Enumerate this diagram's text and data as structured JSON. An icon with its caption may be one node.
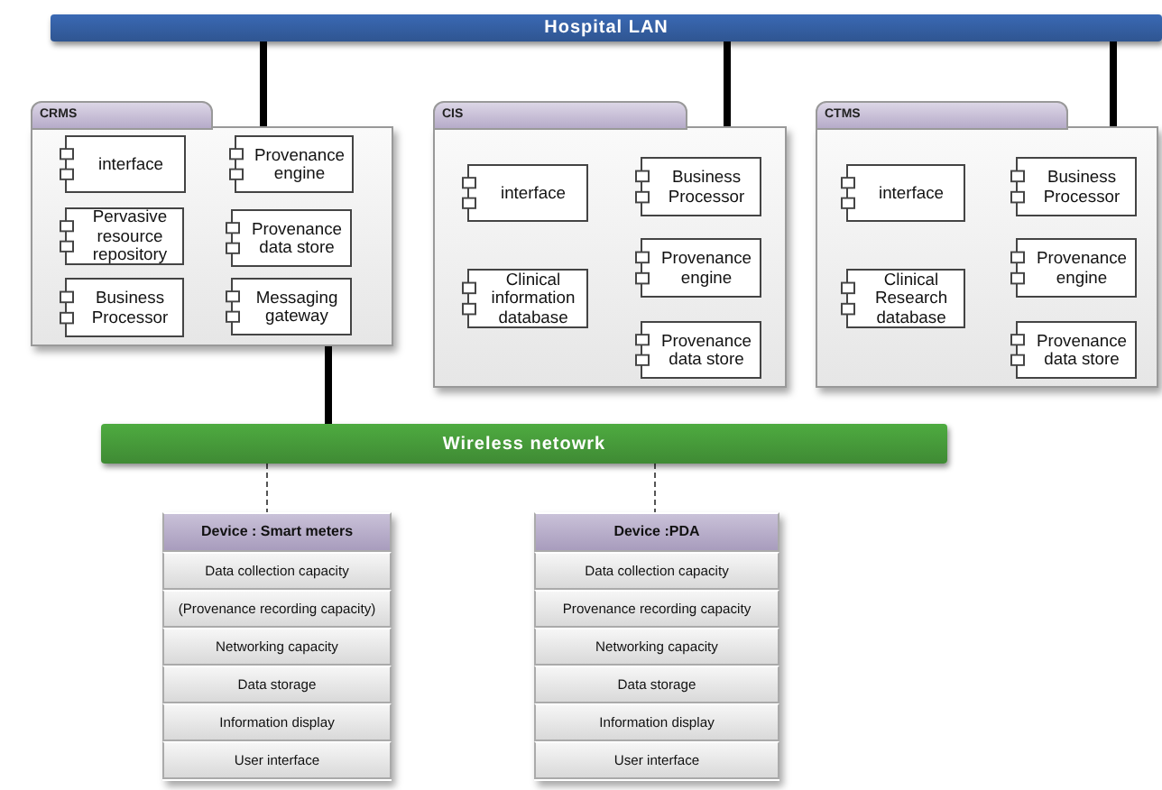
{
  "diagram": {
    "nodes": [
      {
        "text": [
          "Hospital LAN"
        ]
      },
      {
        "text": [
          "CRMS"
        ]
      },
      {
        "text": [
          "interface"
        ],
        "in": 1
      },
      {
        "text": [
          "Provenance engine"
        ],
        "in": 1
      },
      {
        "text": [
          "Pervasive resource repository"
        ],
        "in": 1
      },
      {
        "text": [
          "Provenance data store"
        ],
        "in": 1
      },
      {
        "text": [
          "Business Processor"
        ],
        "in": 1
      },
      {
        "text": [
          "Messaging gateway"
        ],
        "in": 1
      },
      {
        "text": [
          "CIS"
        ]
      },
      {
        "text": [
          "interface"
        ],
        "in": 8
      },
      {
        "text": [
          "Business Processor"
        ],
        "in": 8
      },
      {
        "text": [
          "Provenance engine"
        ],
        "in": 8
      },
      {
        "text": [
          "Clinical information database"
        ],
        "in": 8
      },
      {
        "text": [
          "Provenance data store"
        ],
        "in": 8
      },
      {
        "text": [
          "CTMS"
        ]
      },
      {
        "text": [
          "interface"
        ],
        "in": 14
      },
      {
        "text": [
          "Business Processor"
        ],
        "in": 14
      },
      {
        "text": [
          "Provenance engine"
        ],
        "in": 14
      },
      {
        "text": [
          "Clinical Research database"
        ],
        "in": 14
      },
      {
        "text": [
          "Provenance data store"
        ],
        "in": 14
      },
      {
        "text": [
          "Wireless netowrk"
        ]
      },
      {
        "text": [
          "Device : Smart meters",
          "Data collection capacity",
          "(Provenance recording capacity)",
          "Networking capacity",
          "Data storage",
          "Information display",
          "User interface"
        ]
      },
      {
        "text": [
          "Device :PDA",
          "Data collection capacity",
          "Provenance recording capacity",
          "Networking capacity",
          "Data storage",
          "Information display",
          "User interface"
        ]
      }
    ],
    "edges": [
      {
        "from": 0,
        "to": 1,
        "arrow": "none"
      },
      {
        "from": 0,
        "to": 8,
        "arrow": "none"
      },
      {
        "from": 0,
        "to": 14,
        "arrow": "none"
      },
      {
        "from": 1,
        "to": 20,
        "arrow": "none"
      },
      {
        "from": 20,
        "to": 21,
        "arrow": "none",
        "style": "dashed"
      },
      {
        "from": 20,
        "to": 22,
        "arrow": "none",
        "style": "dashed"
      }
    ]
  }
}
